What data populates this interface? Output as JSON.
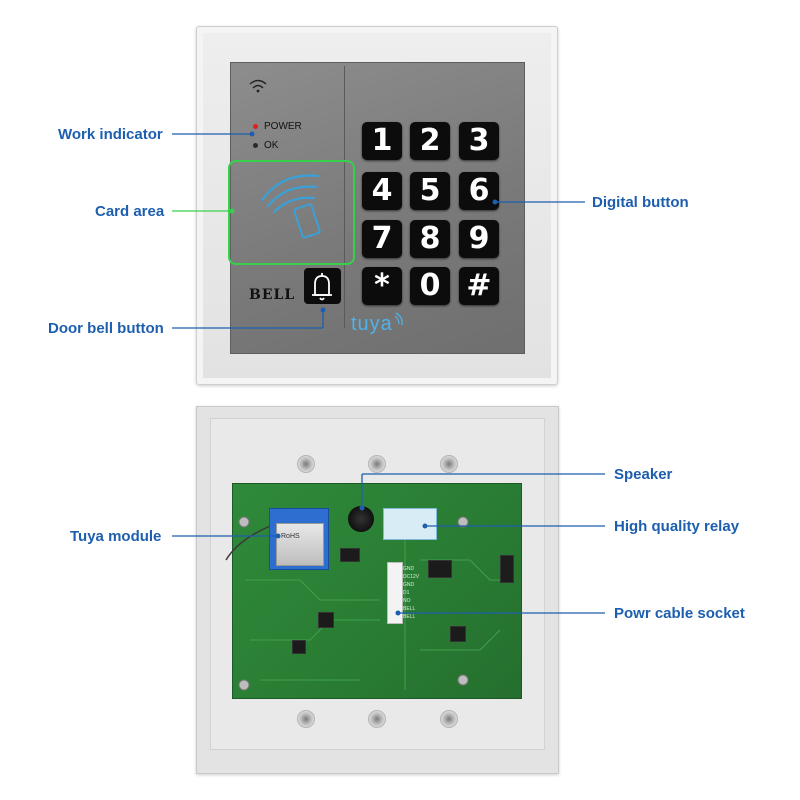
{
  "labels": {
    "work_indicator": "Work indicator",
    "card_area": "Card area",
    "door_bell_button": "Door bell button",
    "digital_button": "Digital button",
    "speaker": "Speaker",
    "tuya_module": "Tuya module",
    "high_quality_relay": "High quality relay",
    "power_cable_socket": "Powr cable socket"
  },
  "front_panel": {
    "power_led_label": "POWER",
    "ok_led_label": "OK",
    "bell_label": "BELL",
    "brand": "tuya",
    "keys": [
      "1",
      "2",
      "3",
      "4",
      "5",
      "6",
      "7",
      "8",
      "9",
      "*",
      "0",
      "#"
    ]
  },
  "back_panel": {
    "module_marking": "RoHS",
    "socket_marks": [
      "GND",
      "DC12V",
      "GND",
      "D1",
      "NO",
      "BELL",
      "BELL"
    ]
  },
  "colors": {
    "label_blue": "#1d5fae",
    "card_outline": "#37d04a",
    "tuya_blue": "#4fb2ea",
    "power_led": "#e02020",
    "ok_led": "#2a2a2a"
  }
}
